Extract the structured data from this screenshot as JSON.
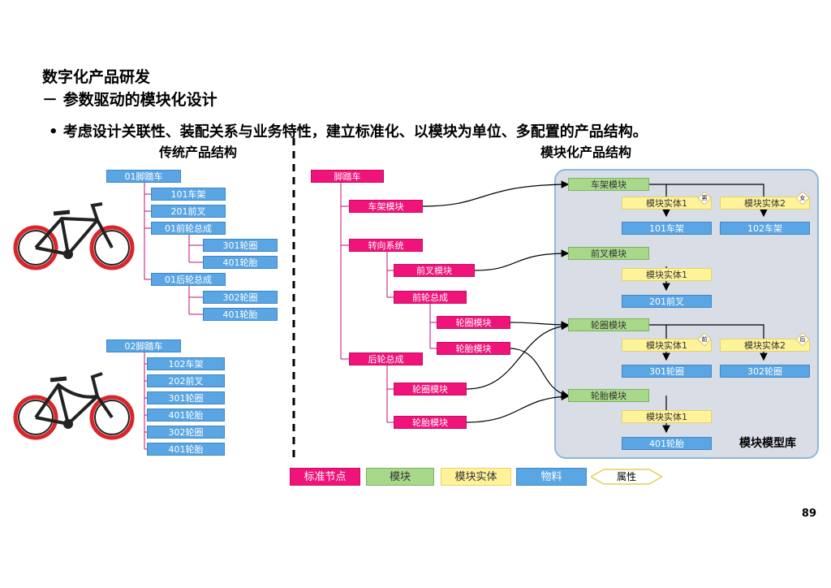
{
  "header": {
    "title_line1": "数字化产品研发",
    "title_line2": "－ 参数驱动的模块化设计",
    "bullet": "• 考虑设计关联性、装配关系与业务特性，建立标准化、以模块为单位、多配置的产品结构。",
    "page_number": "89"
  },
  "traditional": {
    "title": "传统产品结构",
    "tree1": {
      "root": "01脚踏车",
      "items": [
        "101车架",
        "201前叉",
        "01前轮总成",
        "301轮圈",
        "401轮胎",
        "01后轮总成",
        "302轮圈",
        "401轮胎"
      ]
    },
    "tree2": {
      "root": "02脚踏车",
      "items": [
        "102车架",
        "202前叉",
        "301轮圈",
        "401轮胎",
        "302轮圈",
        "401轮胎"
      ]
    }
  },
  "modular": {
    "title": "模块化产品结构",
    "tree": {
      "root": "脚踏车",
      "frame_module": "车架模块",
      "steering": "转向系统",
      "fork_module": "前叉模块",
      "front_wheel": "前轮总成",
      "rim_module_1": "轮圈模块",
      "tire_module_1": "轮胎模块",
      "rear_wheel": "后轮总成",
      "rim_module_2": "轮圈模块",
      "tire_module_2": "轮胎模块"
    },
    "library": {
      "name": "模块模型库",
      "frame": {
        "module": "车架模块",
        "entity1": "模块实体1",
        "attr1": "男",
        "entity2": "模块实体2",
        "attr2": "女",
        "part1": "101车架",
        "part2": "102车架"
      },
      "fork": {
        "module": "前叉模块",
        "entity1": "模块实体1",
        "part1": "201前叉"
      },
      "rim": {
        "module": "轮圈模块",
        "entity1": "模块实体1",
        "attr1": "前",
        "entity2": "模块实体2",
        "attr2": "后",
        "part1": "301轮圈",
        "part2": "302轮圈"
      },
      "tire": {
        "module": "轮胎模块",
        "entity1": "模块实体1",
        "part1": "401轮胎"
      }
    }
  },
  "legend": {
    "standard_node": "标准节点",
    "module": "模块",
    "module_entity": "模块实体",
    "material": "物料",
    "attribute": "属性"
  },
  "colors": {
    "blue": "#5aa5e3",
    "pink": "#f0137a",
    "green": "#a8d88a",
    "yellow": "#fff39a",
    "panel": "#d9dde6",
    "tree_line": "#c00f7a"
  }
}
